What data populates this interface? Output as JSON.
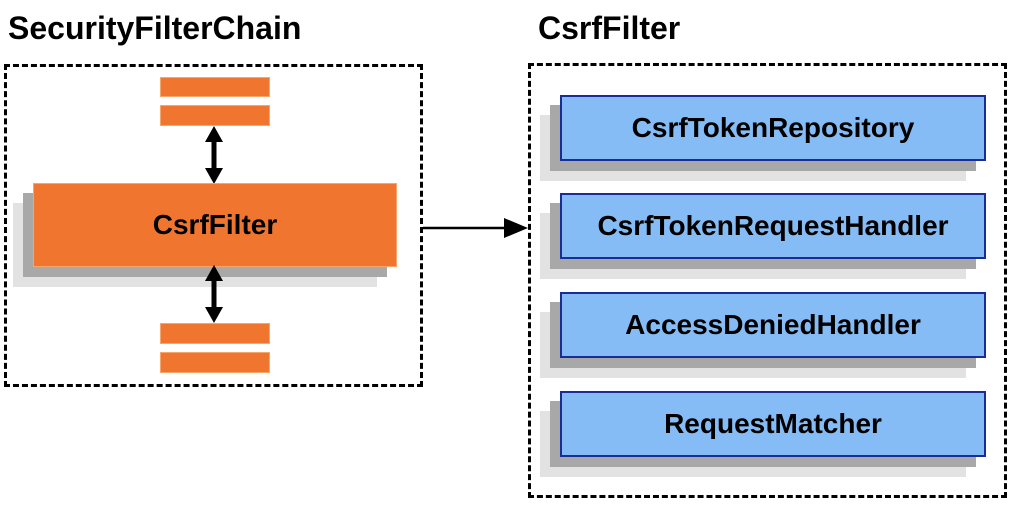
{
  "titles": {
    "left": "SecurityFilterChain",
    "right": "CsrfFilter"
  },
  "left_panel": {
    "filter_label": "CsrfFilter",
    "placeholder_bars_above": 2,
    "placeholder_bars_below": 2
  },
  "right_panel": {
    "components": [
      "CsrfTokenRepository",
      "CsrfTokenRequestHandler",
      "AccessDeniedHandler",
      "RequestMatcher"
    ]
  },
  "colors": {
    "filter_orange": "#F0762F",
    "component_blue_fill": "#85BCF5",
    "component_blue_border": "#1A2C96",
    "shadow_dark": "#A8A8A8",
    "shadow_light": "#E2E2E2",
    "outline_black": "#000000"
  }
}
